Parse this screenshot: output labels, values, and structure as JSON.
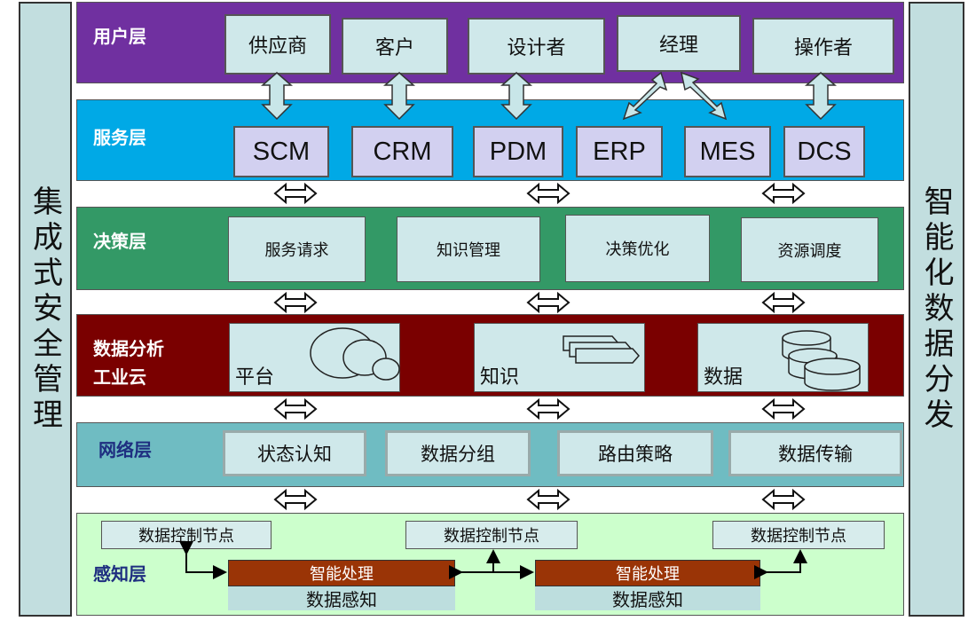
{
  "left_bar": {
    "label": "集成式安全管理"
  },
  "right_bar": {
    "label": "智能化数据分发"
  },
  "colors": {
    "user_layer": "#7030a0",
    "service_layer": "#00a9e6",
    "decision_layer": "#339966",
    "analysis_layer": "#7a0000",
    "network_layer": "#6fbcc2",
    "perception_layer": "#ccffcc",
    "processing": "#9a3406",
    "side_bars": "#c2dedf"
  },
  "user_layer": {
    "title": "用户层",
    "items": [
      "供应商",
      "客户",
      "设计者",
      "经理",
      "操作者"
    ]
  },
  "service_layer": {
    "title": "服务层",
    "items": [
      "SCM",
      "CRM",
      "PDM",
      "ERP",
      "MES",
      "DCS"
    ]
  },
  "decision_layer": {
    "title": "决策层",
    "items": [
      "服务请求",
      "知识管理",
      "决策优化",
      "资源调度"
    ]
  },
  "analysis_layer": {
    "title_line1": "数据分析",
    "title_line2": "工业云",
    "items": [
      "平台",
      "知识",
      "数据"
    ]
  },
  "network_layer": {
    "title": "网络层",
    "items": [
      "状态认知",
      "数据分组",
      "路由策略",
      "数据传输"
    ]
  },
  "perception_layer": {
    "title": "感知层",
    "nodes": [
      "数据控制节点",
      "数据控制节点",
      "数据控制节点"
    ],
    "processing": [
      "智能处理",
      "智能处理"
    ],
    "sensing": [
      "数据感知",
      "数据感知"
    ]
  }
}
